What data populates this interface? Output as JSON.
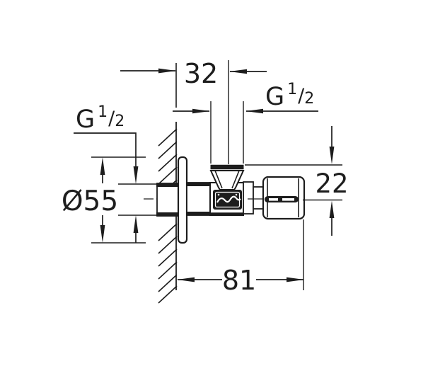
{
  "drawing": {
    "kind": "technical dimension drawing, angle valve side view",
    "background": "#ffffff",
    "line_color": "#1d1d1d",
    "labels": {
      "dim_wall_to_outlet_axis": "32",
      "dim_plate_diameter": "Ø55",
      "dim_outlet_to_axis": "22",
      "dim_total_depth": "81",
      "thread_top": {
        "letter": "G",
        "numerator": "1",
        "slash": "/",
        "denominator": "2"
      },
      "thread_left": {
        "letter": "G",
        "numerator": "1",
        "slash": "/",
        "denominator": "2"
      }
    }
  }
}
